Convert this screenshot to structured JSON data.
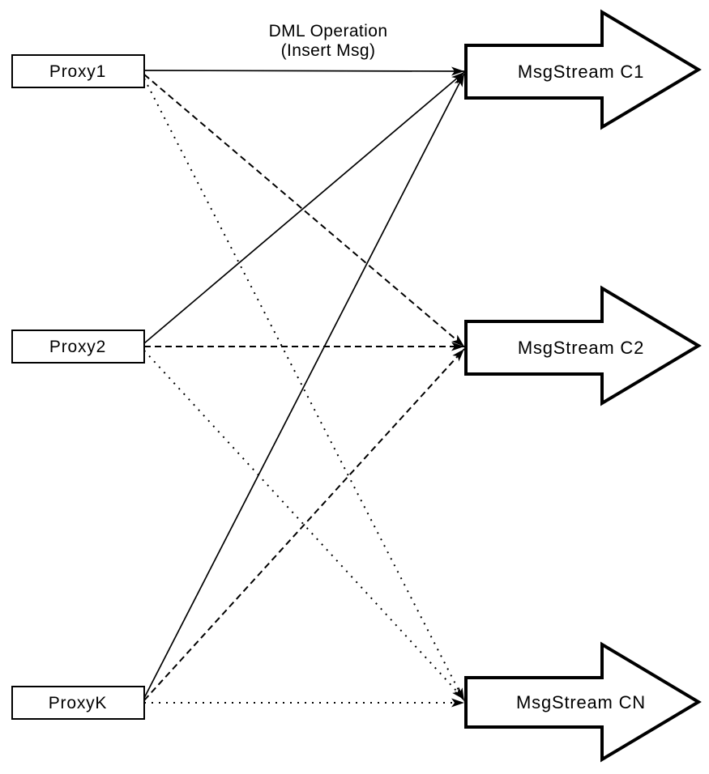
{
  "diagram": {
    "annotation": {
      "line1": "DML Operation",
      "line2": "(Insert Msg)"
    },
    "proxies": [
      {
        "label": "Proxy1"
      },
      {
        "label": "Proxy2"
      },
      {
        "label": "ProxyK"
      }
    ],
    "streams": [
      {
        "label": "MsgStream C1"
      },
      {
        "label": "MsgStream C2"
      },
      {
        "label": "MsgStream CN"
      }
    ],
    "edges": [
      {
        "from": "Proxy1",
        "to": "MsgStream C1",
        "style": "solid"
      },
      {
        "from": "Proxy1",
        "to": "MsgStream C2",
        "style": "dashed"
      },
      {
        "from": "Proxy1",
        "to": "MsgStream CN",
        "style": "dotted"
      },
      {
        "from": "Proxy2",
        "to": "MsgStream C1",
        "style": "solid"
      },
      {
        "from": "Proxy2",
        "to": "MsgStream C2",
        "style": "dashed"
      },
      {
        "from": "Proxy2",
        "to": "MsgStream CN",
        "style": "dotted"
      },
      {
        "from": "ProxyK",
        "to": "MsgStream C1",
        "style": "solid"
      },
      {
        "from": "ProxyK",
        "to": "MsgStream C2",
        "style": "dashed"
      },
      {
        "from": "ProxyK",
        "to": "MsgStream CN",
        "style": "dotted"
      }
    ],
    "colors": {
      "stroke": "#000000",
      "fill": "#ffffff"
    }
  }
}
